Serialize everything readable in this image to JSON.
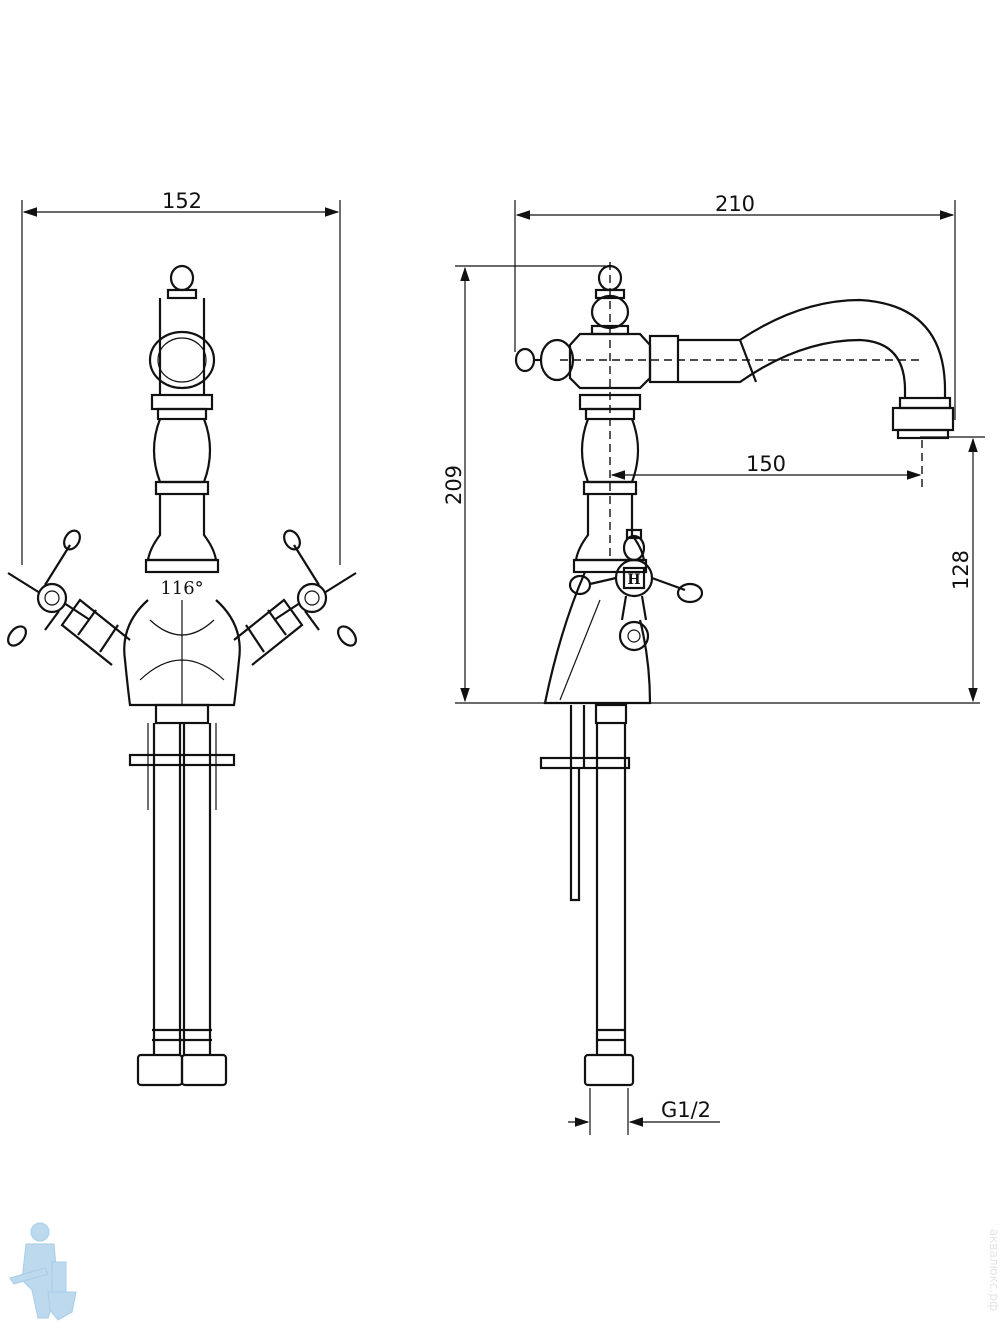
{
  "drawing": {
    "front_view": {
      "width_label": "152",
      "angle_label": "116°"
    },
    "side_view": {
      "depth_label": "210",
      "height_label": "209",
      "spout_reach_label": "150",
      "spout_height_label": "128",
      "connection_label": "G1/2",
      "handle_mark": "H"
    }
  },
  "watermark": "аквалюкс.рф",
  "colors": {
    "line": "#111111",
    "logo": "#bcd9ee"
  }
}
